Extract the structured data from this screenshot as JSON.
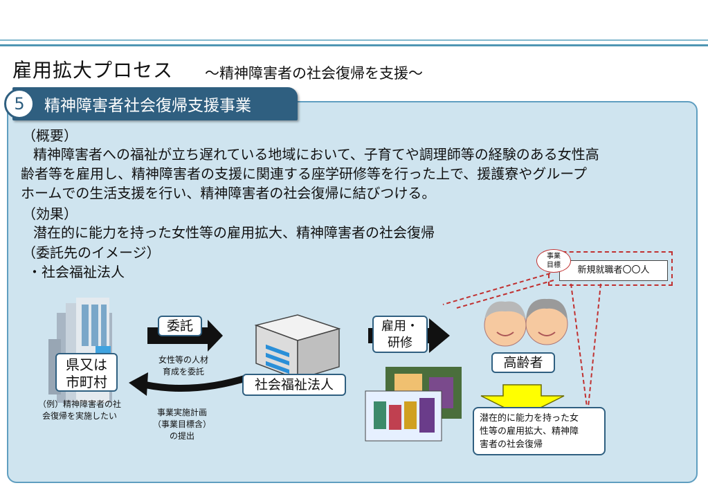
{
  "header": {
    "title": "雇用拡大プロセス",
    "subtitle": "～精神障害者の社会復帰を支援～"
  },
  "section": {
    "number": "5",
    "title": "精神障害者社会復帰支援事業"
  },
  "summary": {
    "heading": "（概要）",
    "lines": [
      "精神障害者への福祉が立ち遅れている地域において、子育てや調理師等の経験のある女性高",
      "齢者等を雇用し、精神障害者の支援に関連する座学研修等を行った上で、援護寮やグループ",
      "ホームでの生活支援を行い、精神障害者の社会復帰に結びつける。"
    ]
  },
  "effect": {
    "heading": "（効果）",
    "text": "潜在的に能力を持った女性等の雇用拡大、精神障害者の社会復帰"
  },
  "contractor": {
    "heading": "（委託先のイメージ）",
    "item": "・社会福祉法人"
  },
  "diagram": {
    "prefecture_label": "県又は\n市町村",
    "prefecture_note": "（例）精神障害者の社\n会復帰を実施したい",
    "entrust_label": "委託",
    "entrust_note": "女性等の人材\n育成を委託",
    "return_note": "事業実施計画\n（事業目標含）\nの提出",
    "corporation_label": "社会福祉法人",
    "employ_label": "雇用・\n研修",
    "elderly_label": "高齢者",
    "goal_badge": "事業\n目標",
    "goal_text": "新規就職者〇〇人",
    "result_text": "潜在的に能力を持った女\n性等の雇用拡大、精神障\n害者の社会復帰"
  },
  "colors": {
    "panel": "#cfe4ef",
    "panel_border": "#5f9ec0",
    "tab": "#2f5f80",
    "dashed": "#c03030",
    "down_arrow": "#ffff00"
  }
}
